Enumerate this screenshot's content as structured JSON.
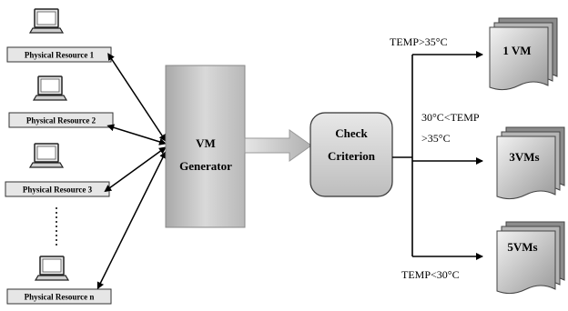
{
  "resources": [
    {
      "label": "Physical Resource 1"
    },
    {
      "label": "Physical Resource 2"
    },
    {
      "label": "Physical Resource 3"
    },
    {
      "label": "Physical Resource n"
    }
  ],
  "generator": {
    "line1": "VM",
    "line2": "Generator"
  },
  "criterion": {
    "line1": "Check",
    "line2": "Criterion"
  },
  "conditions": {
    "top": "TEMP>35°C",
    "middle_line1": "30°C<TEMP",
    "middle_line2": ">35°C",
    "bottom": "TEMP<30°C"
  },
  "outputs": [
    {
      "label": "1 VM"
    },
    {
      "label": "3VMs"
    },
    {
      "label": "5VMs"
    }
  ]
}
